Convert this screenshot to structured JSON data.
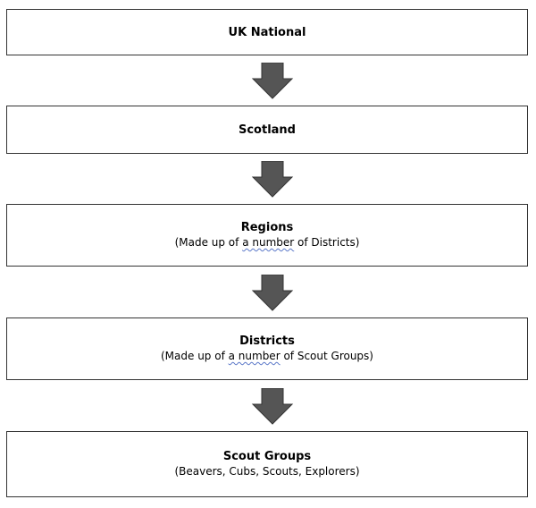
{
  "diagram": {
    "levels": [
      {
        "title": "UK National"
      },
      {
        "title": "Scotland"
      },
      {
        "title": "Regions",
        "subtitle": {
          "before": "(Made up of ",
          "underlined": "a number",
          "after": " of Districts)"
        }
      },
      {
        "title": "Districts",
        "subtitle": {
          "before": "(Made up of ",
          "underlined": "a number",
          "after": " of Scout Groups)"
        }
      },
      {
        "title": "Scout Groups",
        "subtitle": {
          "before": "(Beavers, Cubs, Scouts, Explorers)",
          "underlined": "",
          "after": ""
        }
      }
    ],
    "colors": {
      "arrow": "#555555",
      "arrow_border": "#333333",
      "box_border": "#333333",
      "spell_underline": "#5b78c8"
    }
  }
}
